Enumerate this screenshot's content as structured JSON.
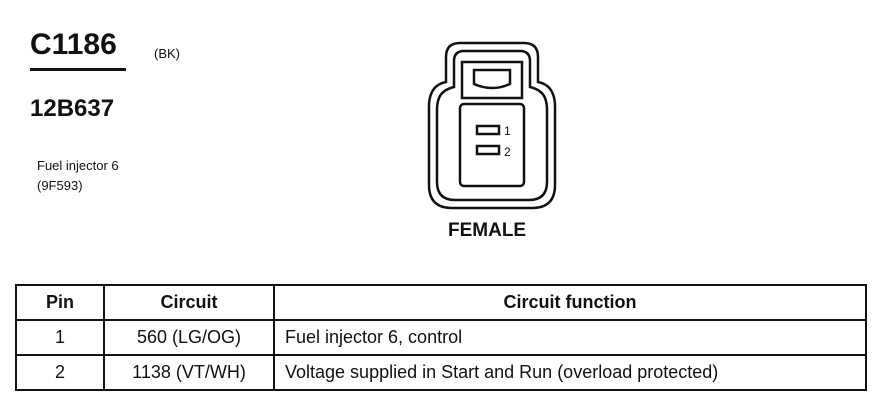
{
  "connector": {
    "id": "C1186",
    "color": "(BK)",
    "part_number": "12B637",
    "component_name": "Fuel injector 6",
    "component_code": "(9F593)",
    "view": "FEMALE",
    "pin_labels": [
      "1",
      "2"
    ]
  },
  "table": {
    "headers": [
      "Pin",
      "Circuit",
      "Circuit function"
    ],
    "rows": [
      {
        "pin": "1",
        "circuit": "560 (LG/OG)",
        "function": "Fuel injector 6, control"
      },
      {
        "pin": "2",
        "circuit": "1138 (VT/WH)",
        "function": "Voltage supplied in Start and Run (overload protected)"
      }
    ]
  }
}
